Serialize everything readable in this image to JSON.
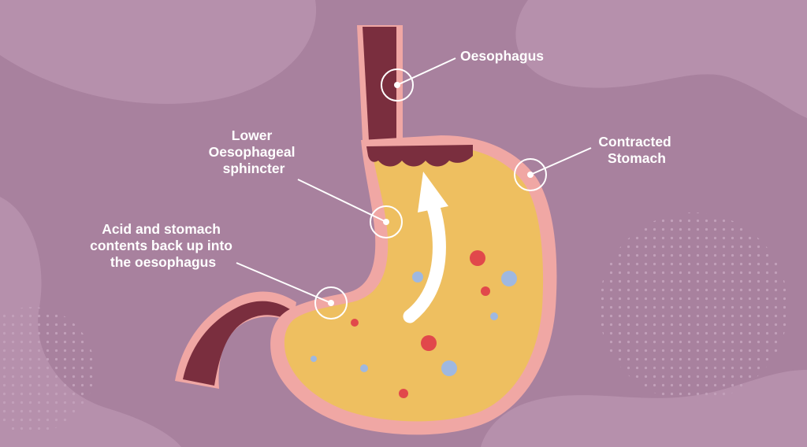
{
  "colors": {
    "background": "#a8819e",
    "blob": "#b690ac",
    "dots": "#c2a0ba",
    "stomach_wall": "#f0a7a4",
    "stomach_contents": "#eebf60",
    "oesophagus": "#7a2e3e",
    "marker": "#ffffff",
    "leader_line": "#ffffff",
    "acid_drop": "#e1484b",
    "bubble": "#9fb8e0",
    "arrow": "#ffffff"
  },
  "labels": {
    "oesophagus": [
      "Oesophagus"
    ],
    "contracted_stomach": [
      "Contracted",
      "Stomach"
    ],
    "lower_sphincter": [
      "Lower",
      "Oesophageal",
      "sphincter"
    ],
    "acid_backflow": [
      "Acid and stomach",
      "contents back up into",
      "the oesophagus"
    ]
  },
  "icons": {
    "reflux_arrow": "arrow-up-icon",
    "marker": "circle-marker-icon"
  }
}
